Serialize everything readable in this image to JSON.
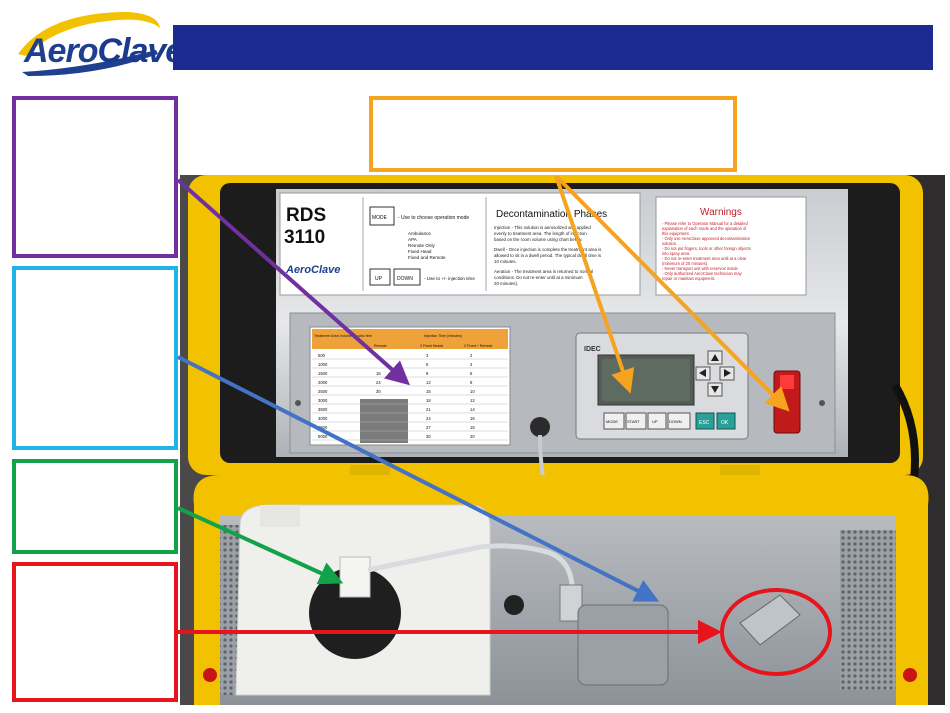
{
  "logo": {
    "part1": "Aero",
    "part2": "Clave"
  },
  "panel": {
    "model": "RDS",
    "model_number": "3110",
    "mode_button": "MODE",
    "mode_desc": "- Use to choose operation mode",
    "modes": [
      "Ambulance",
      "APA",
      "Remote Only",
      "Fixed Head",
      "Fixed and Remote"
    ],
    "up_button": "UP",
    "down_button": "DOWN",
    "updown_desc": "- Use to +/- injection time",
    "decon_title": "Decontamination Phases",
    "decon_lines": [
      "Injection - This solution is aerosolized and applied",
      "evenly to treatment area. The length of injection",
      "based on the room volume using chart below.",
      "",
      "Dwell - Once injection is complete the treatment area is",
      "allowed to sit in a dwell period. The typical dwell time is",
      "10 minutes.",
      "",
      "Aeration - The treatment area is returned to normal",
      "conditions. Do not re-enter until at a minimum",
      "20 minutes)."
    ],
    "warnings_title": "Warnings",
    "warnings_lines": [
      "- Please refer to Operator Manual for a detailed",
      "  explanation of each mode and the operation of",
      "  this equipment.",
      "- Only use AeroClave approved decontamination",
      "  solution.",
      "- Do not put fingers, tools or other foreign objects",
      "  into spray area.",
      "- Do not re-enter treatment area until at a clear",
      "  (minimum of 20 minutes).",
      "- Never transport unit with reservoir inside",
      "- Only authorized AeroClave technician may",
      "  repair or maintain equipment."
    ]
  },
  "table": {
    "header": [
      "Treatment Area Volume in cubic feet",
      "Injection Time (minutes)",
      ""
    ],
    "subheader": [
      "",
      "Remote",
      "2 Fixed Heads",
      "2 Fixed + Remote"
    ],
    "rows": [
      [
        "500",
        "",
        "3",
        "2"
      ],
      [
        "1000",
        "",
        "6",
        "4"
      ],
      [
        "1500",
        "16",
        "9",
        "6"
      ],
      [
        "2000",
        "24",
        "12",
        "8"
      ],
      [
        "2500",
        "30",
        "15",
        "10"
      ],
      [
        "3000",
        "",
        "18",
        "12"
      ],
      [
        "3500",
        "",
        "21",
        "14"
      ],
      [
        "4000",
        "",
        "24",
        "16"
      ],
      [
        "4500",
        "",
        "27",
        "18"
      ],
      [
        "5000",
        "",
        "30",
        "20"
      ]
    ]
  },
  "controller": {
    "brand": "IDEC",
    "buttons": [
      "MODE",
      "START",
      "UP",
      "DOWN"
    ],
    "esc": "ESC",
    "ok": "OK"
  },
  "colors": {
    "header_bar": "#1a2c8f",
    "purple": "#7030a0",
    "blue": "#4472c4",
    "cyan": "#1fb3e6",
    "green": "#12a34a",
    "red": "#e8141c",
    "orange": "#f6a320",
    "case_yellow": "#f2c200"
  }
}
